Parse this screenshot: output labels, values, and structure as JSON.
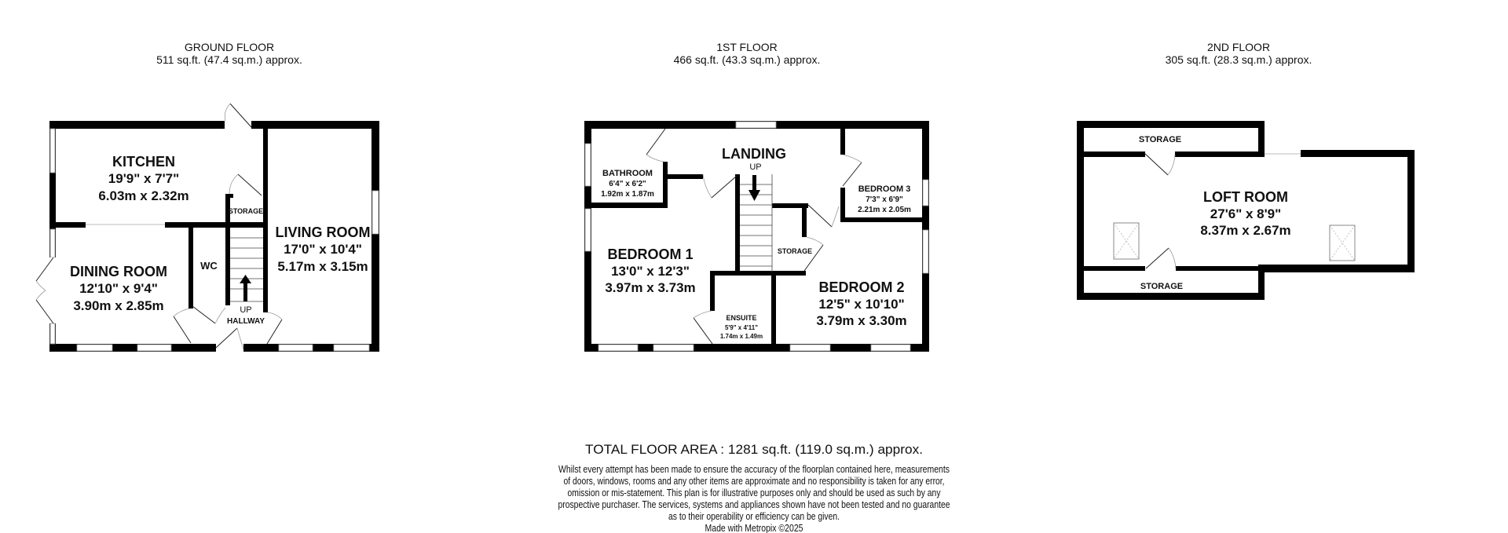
{
  "floors": {
    "ground": {
      "title": "GROUND FLOOR",
      "area": "511 sq.ft. (47.4 sq.m.) approx.",
      "kitchen": {
        "name": "KITCHEN",
        "imperial": "19'9\"  x 7'7\"",
        "metric": "6.03m  x 2.32m"
      },
      "living": {
        "name": "LIVING ROOM",
        "imperial": "17'0\"  x 10'4\"",
        "metric": "5.17m  x 3.15m"
      },
      "dining": {
        "name": "DINING ROOM",
        "imperial": "12'10\"  x 9'4\"",
        "metric": "3.90m  x 2.85m"
      },
      "wc": "WC",
      "storage": "STORAGE",
      "up": "UP",
      "hallway": "HALLWAY"
    },
    "first": {
      "title": "1ST FLOOR",
      "area": "466 sq.ft. (43.3 sq.m.) approx.",
      "landing": "LANDING",
      "up": "UP",
      "bathroom": {
        "name": "BATHROOM",
        "imperial": "6'4\"  x 6'2\"",
        "metric": "1.92m  x 1.87m"
      },
      "bedroom3": {
        "name": "BEDROOM 3",
        "imperial": "7'3\"  x 6'9\"",
        "metric": "2.21m  x 2.05m"
      },
      "bedroom1": {
        "name": "BEDROOM 1",
        "imperial": "13'0\"  x 12'3\"",
        "metric": "3.97m  x 3.73m"
      },
      "bedroom2": {
        "name": "BEDROOM 2",
        "imperial": "12'5\"  x 10'10\"",
        "metric": "3.79m  x 3.30m"
      },
      "ensuite": {
        "name": "ENSUITE",
        "imperial": "5'9\"  x 4'11\"",
        "metric": "1.74m  x 1.49m"
      },
      "storage": "STORAGE"
    },
    "second": {
      "title": "2ND FLOOR",
      "area": "305 sq.ft. (28.3 sq.m.) approx.",
      "loft": {
        "name": "LOFT ROOM",
        "imperial": "27'6\"  x 8'9\"",
        "metric": "8.37m  x 2.67m"
      },
      "storage_top": "STORAGE",
      "storage_bottom": "STORAGE"
    }
  },
  "footer": {
    "total": "TOTAL FLOOR AREA : 1281 sq.ft. (119.0 sq.m.) approx.",
    "disclaimer": [
      "Whilst every attempt has been made to ensure the accuracy of the floorplan contained here, measurements",
      "of doors, windows, rooms and any other items are approximate and no responsibility is taken for any error,",
      "omission or mis-statement. This plan is for illustrative purposes only and should be used as such by any",
      "prospective purchaser. The services, systems and appliances shown have not been tested and no guarantee",
      "as to their operability or efficiency can be given."
    ],
    "credit": "Made with Metropix ©2025"
  }
}
